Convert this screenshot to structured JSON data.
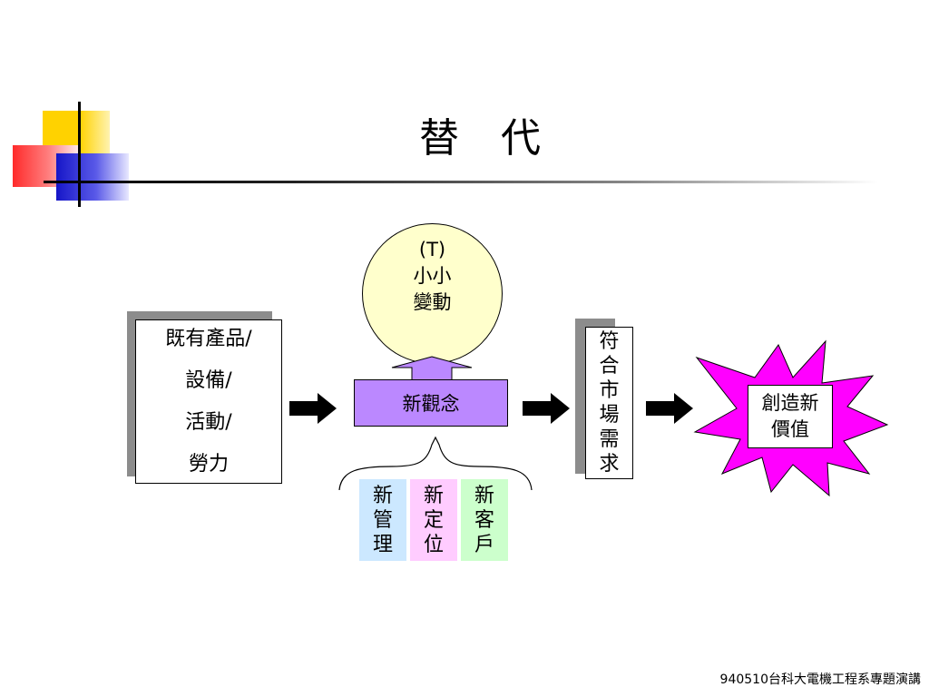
{
  "slide": {
    "title": [
      "替",
      "代"
    ]
  },
  "diagram": {
    "existing_lines": [
      "既有產品/",
      "設備/",
      "活動/",
      "勞力"
    ],
    "circle_lines": [
      "(T)",
      "小小",
      "變動"
    ],
    "concept": "新觀念",
    "tags": [
      {
        "chars": [
          "新",
          "管",
          "理"
        ],
        "color": "#cce8ff"
      },
      {
        "chars": [
          "新",
          "定",
          "位"
        ],
        "color": "#ffccff"
      },
      {
        "chars": [
          "新",
          "客",
          "戶"
        ],
        "color": "#ccffcc"
      }
    ],
    "market_chars": [
      "符",
      "合",
      "市",
      "場",
      "需",
      "求"
    ],
    "value_lines": [
      "創造新",
      "價值"
    ],
    "colors": {
      "concept_fill": "#bb88ff",
      "circle_fill": "#ffffcc",
      "burst_fill": "#ff00ff",
      "shadow": "#8c8c8c"
    }
  },
  "footer": "940510台科大電機工程系專題演講"
}
